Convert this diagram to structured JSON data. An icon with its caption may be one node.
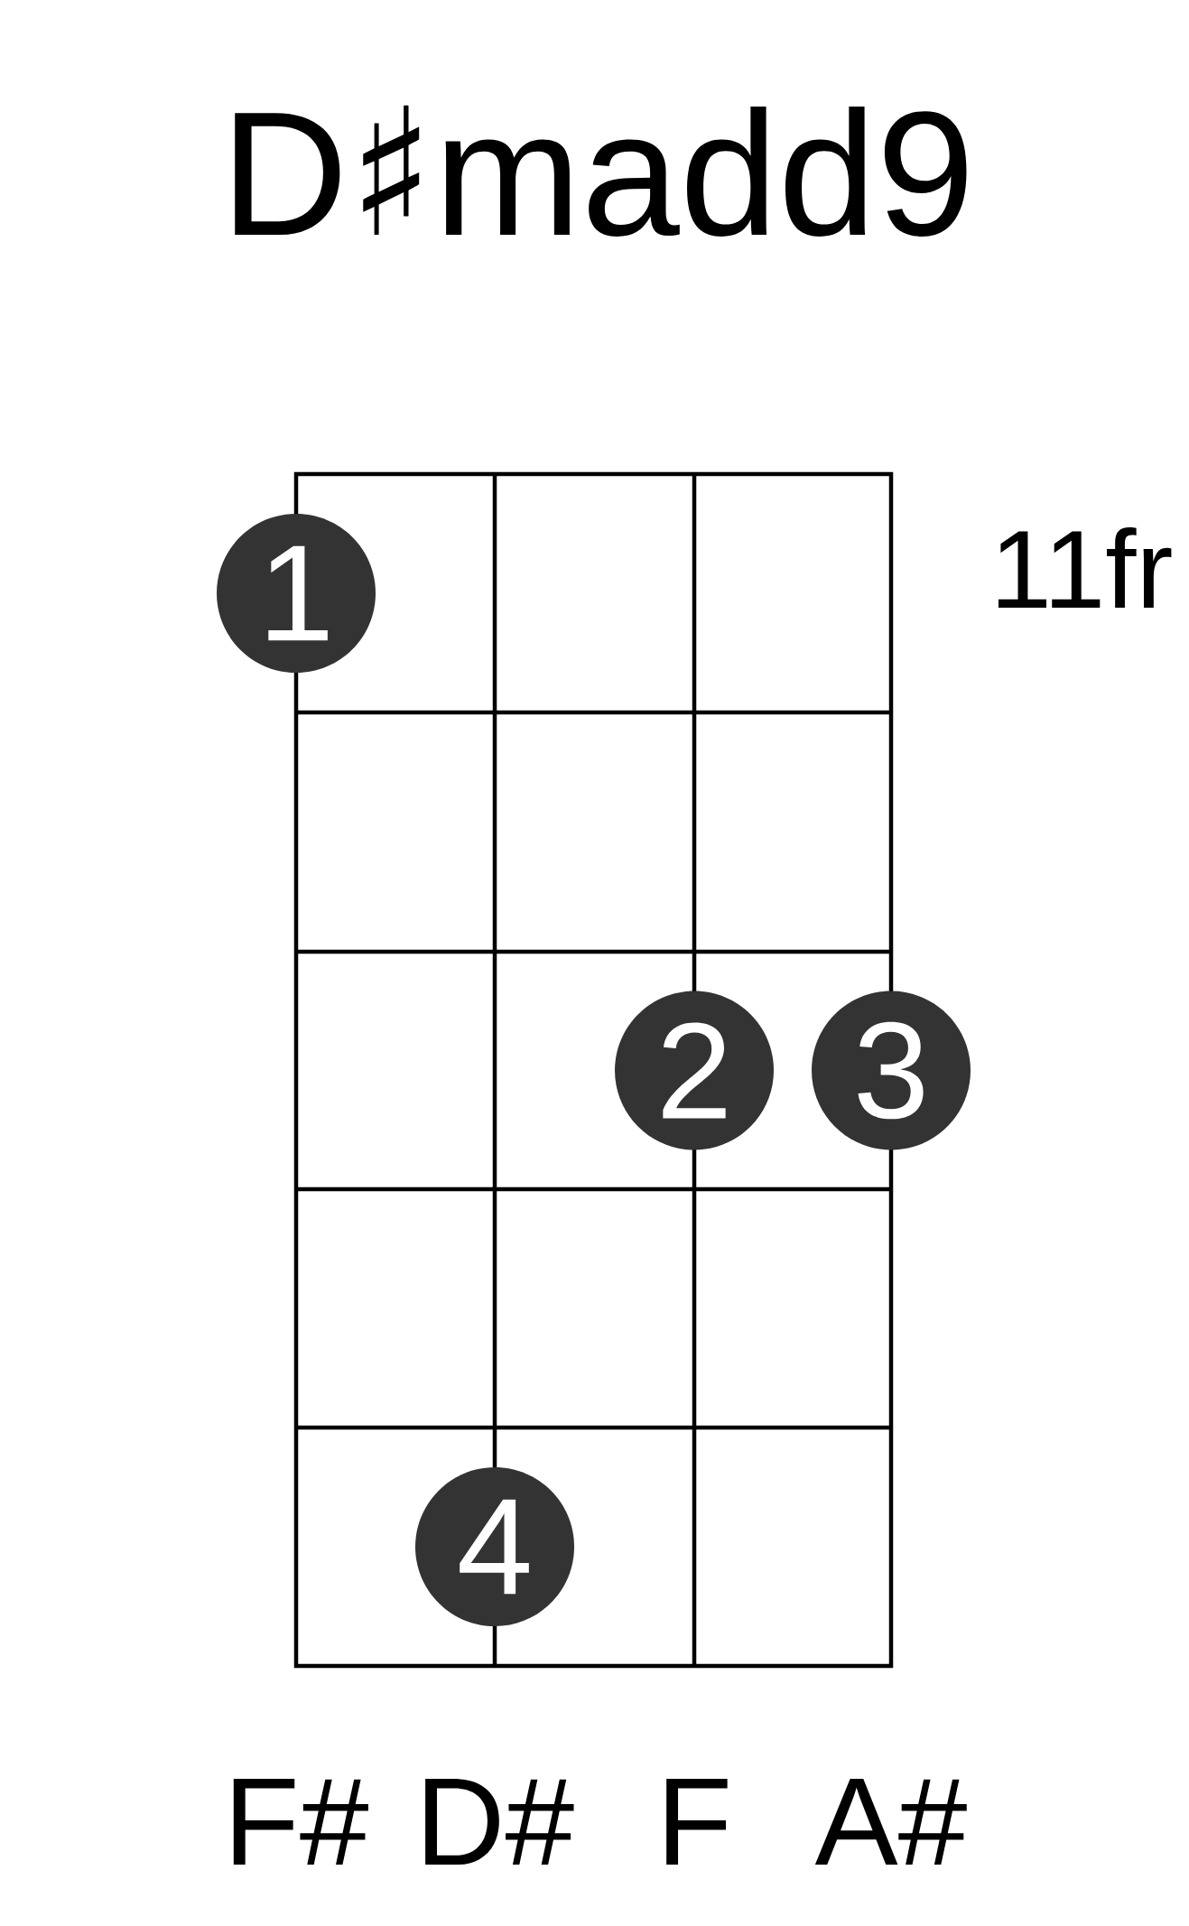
{
  "diagram": {
    "title": "D♯madd9",
    "nodes": [
      {
        "text": [
          "1"
        ]
      },
      {
        "text": [
          "2"
        ]
      },
      {
        "text": [
          "3"
        ]
      },
      {
        "text": [
          "4"
        ]
      }
    ],
    "labels": [
      "11fr",
      "F#",
      "D#",
      "F",
      "A#"
    ]
  }
}
